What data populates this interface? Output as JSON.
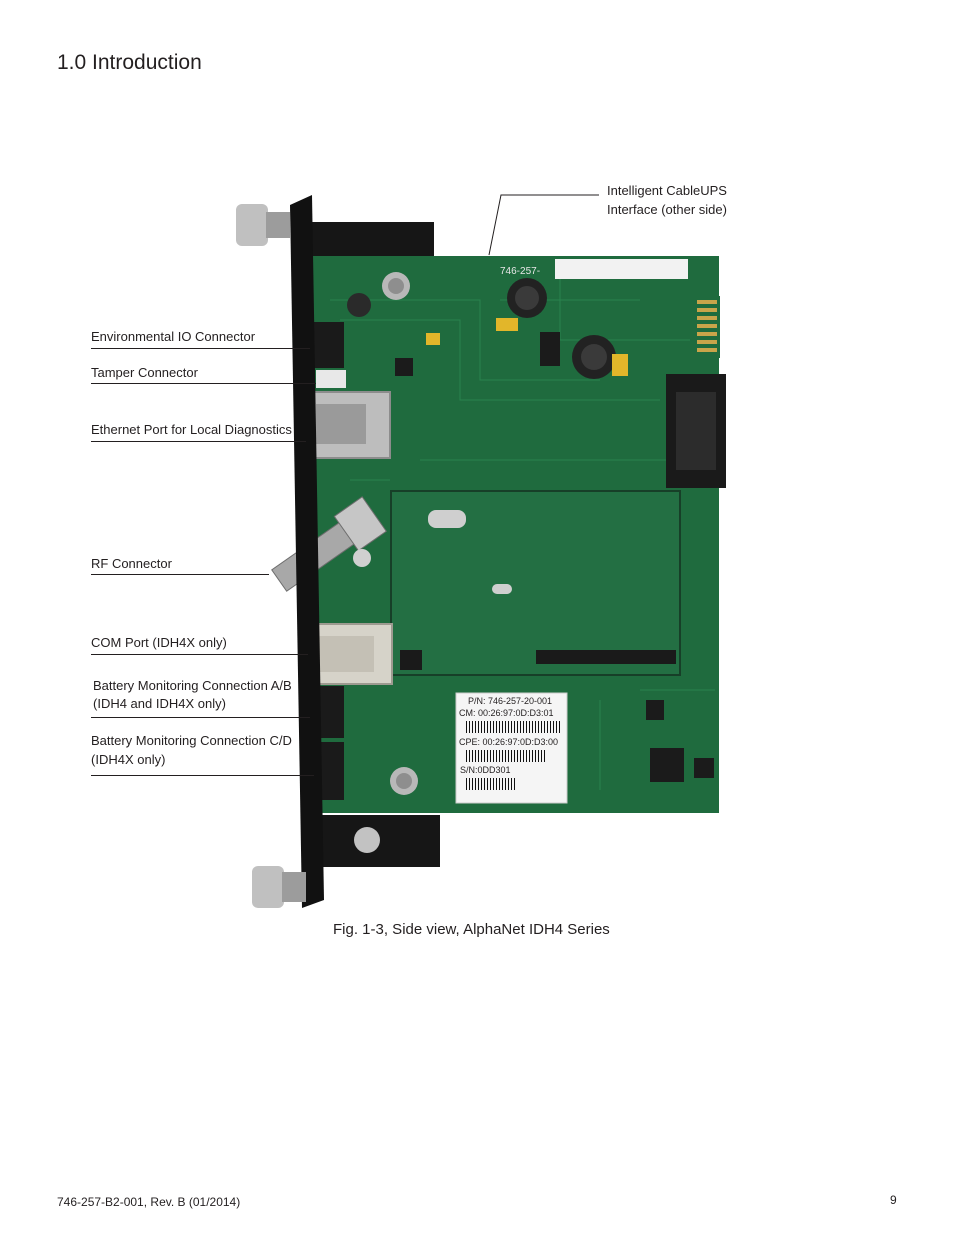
{
  "page": {
    "heading": "1.0 Introduction",
    "caption": "Fig. 1-3, Side view, AlphaNet IDH4 Series",
    "footer_doc": "746-257-B2-001, Rev. B (01/2014)",
    "page_number": "9"
  },
  "callouts": {
    "interface_line1": "Intelligent CableUPS",
    "interface_line2": "Interface (other side)",
    "env_io": "Environmental IO Connector",
    "tamper": "Tamper Connector",
    "ethernet": "Ethernet Port for Local Diagnostics",
    "rf": "RF Connector",
    "com": "COM Port (IDH4X only)",
    "batt_ab_line1": "Battery Monitoring Connection A/B",
    "batt_ab_line2": "(IDH4 and IDH4X only)",
    "batt_cd_line1": "Battery Monitoring Connection C/D",
    "batt_cd_line2": "(IDH4X only)"
  },
  "board_label": {
    "part_top": "746-257-",
    "pn": "P/N: 746-257-20-001",
    "cm": "CM:  00:26:97:0D:D3:01",
    "cpe": "CPE: 00:26:97:0D:D3:00",
    "sn": "S/N:0DD301"
  },
  "colors": {
    "pcb": "#1f6b3e",
    "pcb_dark": "#174f2e",
    "bracket": "#1a1a1a",
    "text": "#231f20"
  }
}
